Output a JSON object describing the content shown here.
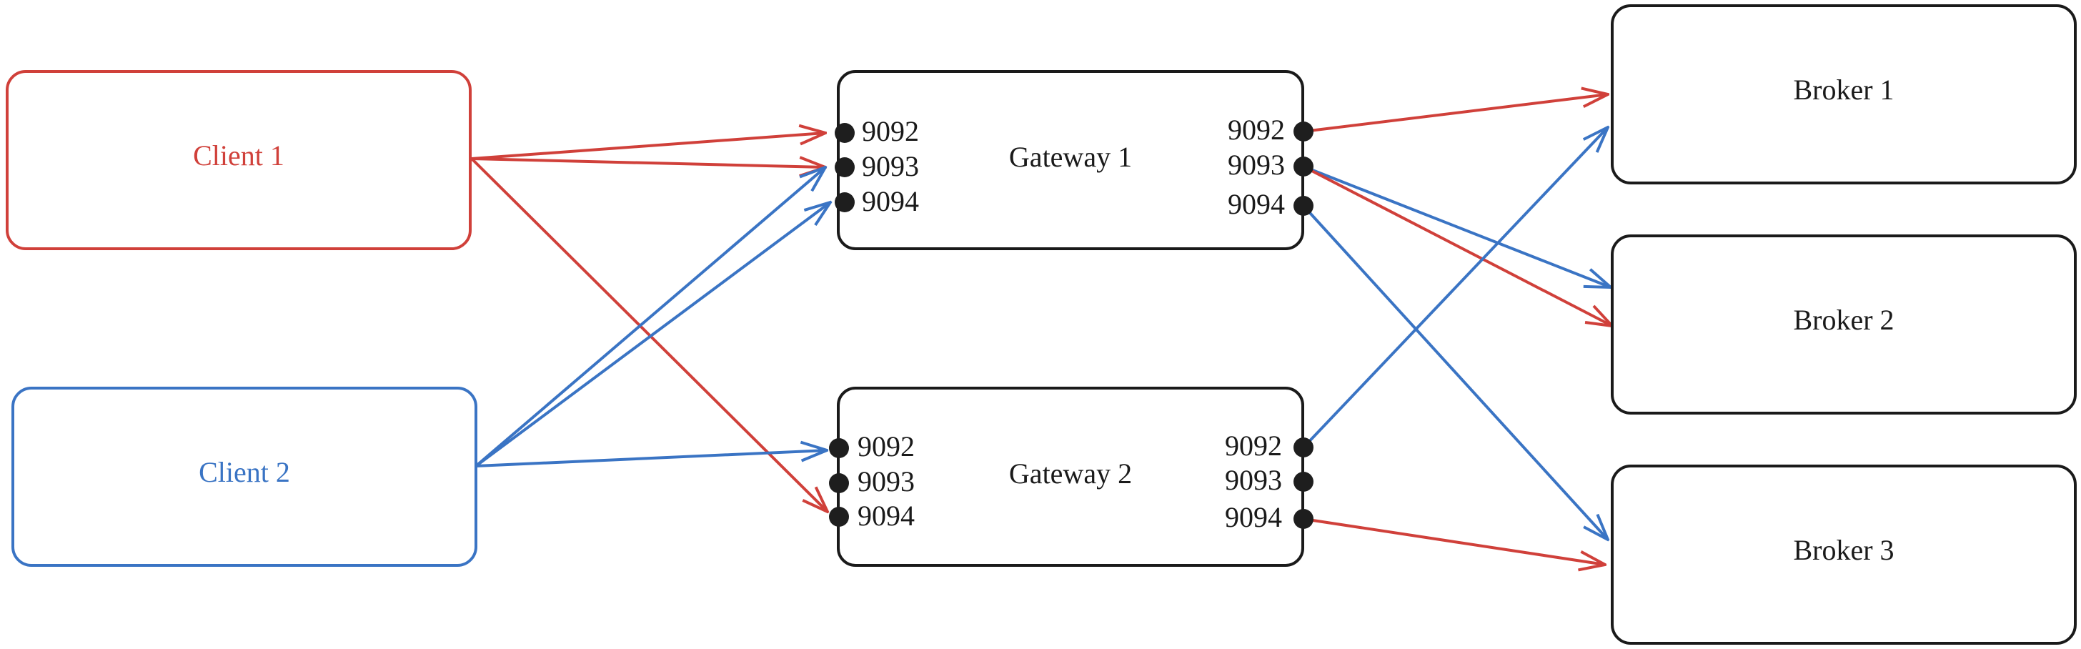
{
  "colors": {
    "client1": "#d0403a",
    "client2": "#3a74c4",
    "node_border": "#1a1a1a",
    "port": "#1e1e1e",
    "text": "#1a1a1a"
  },
  "clients": [
    {
      "id": "client1",
      "label": "Client 1",
      "color": "#d0403a"
    },
    {
      "id": "client2",
      "label": "Client 2",
      "color": "#3a74c4"
    }
  ],
  "gateways": [
    {
      "id": "gateway1",
      "label": "Gateway 1",
      "ports_in": [
        "9092",
        "9093",
        "9094"
      ],
      "ports_out": [
        "9092",
        "9093",
        "9094"
      ]
    },
    {
      "id": "gateway2",
      "label": "Gateway 2",
      "ports_in": [
        "9092",
        "9093",
        "9094"
      ],
      "ports_out": [
        "9092",
        "9093",
        "9094"
      ]
    }
  ],
  "brokers": [
    {
      "id": "broker1",
      "label": "Broker 1"
    },
    {
      "id": "broker2",
      "label": "Broker 2"
    },
    {
      "id": "broker3",
      "label": "Broker 3"
    }
  ],
  "connections": [
    {
      "from": "client1",
      "to": "gateway1:in:9092",
      "color": "client1"
    },
    {
      "from": "client1",
      "to": "gateway1:in:9093",
      "color": "client1"
    },
    {
      "from": "client1",
      "to": "gateway2:in:9094",
      "color": "client1"
    },
    {
      "from": "client2",
      "to": "gateway1:in:9093",
      "color": "client2"
    },
    {
      "from": "client2",
      "to": "gateway1:in:9094",
      "color": "client2"
    },
    {
      "from": "client2",
      "to": "gateway2:in:9092",
      "color": "client2"
    },
    {
      "from": "gateway1:out:9092",
      "to": "broker1",
      "color": "client1"
    },
    {
      "from": "gateway1:out:9093",
      "to": "broker2",
      "color": "client2"
    },
    {
      "from": "gateway1:out:9093",
      "to": "broker2",
      "color": "client1"
    },
    {
      "from": "gateway1:out:9094",
      "to": "broker3",
      "color": "client2"
    },
    {
      "from": "gateway2:out:9092",
      "to": "broker1",
      "color": "client2"
    },
    {
      "from": "gateway2:out:9094",
      "to": "broker3",
      "color": "client1"
    }
  ]
}
